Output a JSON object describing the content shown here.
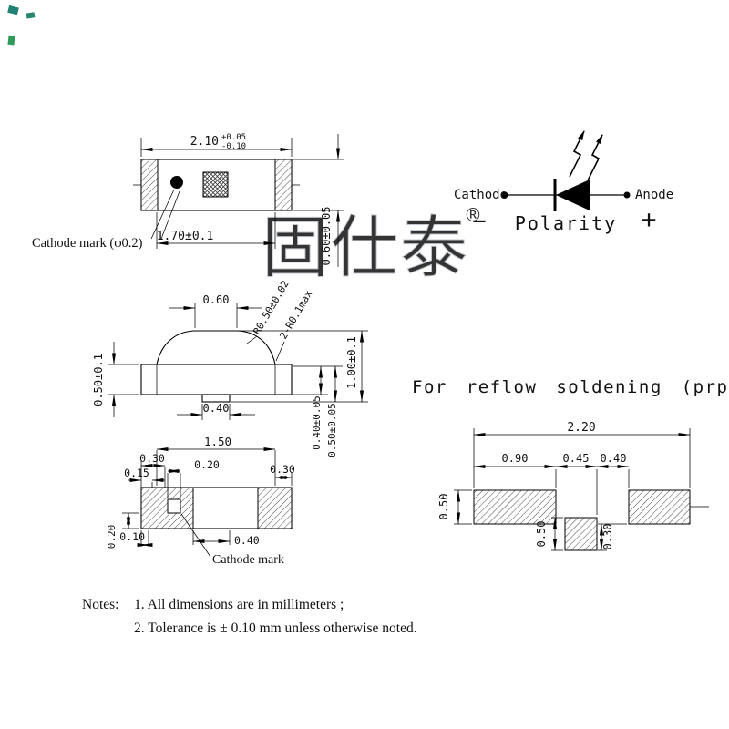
{
  "watermark": {
    "text": "固仕泰",
    "registered": "®"
  },
  "top_view": {
    "dim_width": "2.10",
    "tol_plus": "+0.05",
    "tol_minus": "-0.10",
    "dim_inner": "1.70±0.1",
    "dim_height": "0.60±0.05",
    "cathode_label": "Cathode mark (φ0.2)"
  },
  "side_view": {
    "dim_top_width": "0.60",
    "dim_radius_dome": "R0.50±0.02",
    "dim_radius_corner": "2-R0.1max",
    "dim_total_height": "1.00±0.1",
    "dim_base_height": "0.50±0.1",
    "dim_pad_width": "0.40",
    "dim_terminal_height": "0.40±0.05",
    "dim_standoff_height": "0.50±0.05"
  },
  "bottom_view": {
    "dim_length": "1.50",
    "dim_end_left": "0.30",
    "dim_notch_offset": "0.15",
    "dim_notch_width": "0.20",
    "dim_end_right": "0.30",
    "dim_strip": "0.20",
    "dim_gap": "0.10",
    "dim_center_pad": "0.40",
    "cathode_label": "Cathode mark"
  },
  "polarity": {
    "cathode": "Cathode",
    "anode": "Anode",
    "minus": "−",
    "label": "Polarity",
    "plus": "+"
  },
  "reflow": {
    "title": "For reflow soldening (prpo",
    "dim_total": "2.20",
    "dim_pad": "0.90",
    "dim_gap": "0.45",
    "dim_center": "0.40",
    "dim_pad_height": "0.50",
    "dim_center_height": "0.50",
    "dim_offset": "0.30"
  },
  "notes": {
    "label": "Notes:",
    "line1": "1. All dimensions are in millimeters ;",
    "line2": "2. Tolerance is ± 0.10 mm unless otherwise noted."
  }
}
